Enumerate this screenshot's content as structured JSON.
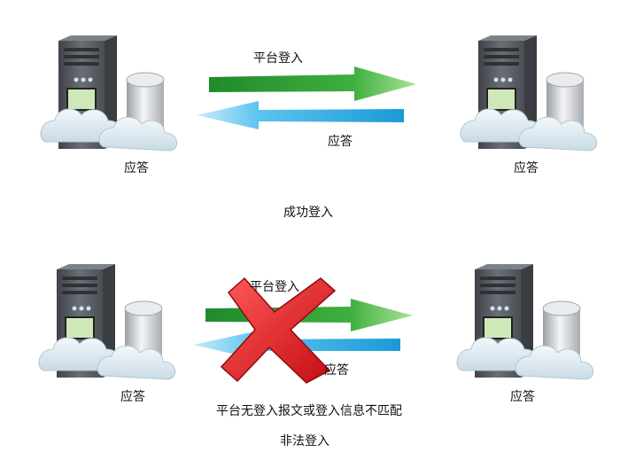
{
  "top": {
    "request_label": "平台登入",
    "response_label": "应答",
    "left_server_label": "应答",
    "right_server_label": "应答",
    "caption": "成功登入"
  },
  "bottom": {
    "request_label": "平台登入",
    "response_label": "应答",
    "left_server_label": "应答",
    "right_server_label": "应答",
    "note": "平台无登入报文或登入信息不匹配",
    "caption": "非法登入"
  },
  "colors": {
    "request_arrow": "#2e9e2e",
    "response_arrow": "#29a7e0",
    "cross": "#e8161c",
    "server_body": "#555a60",
    "server_screen": "#cfe8b8",
    "cloud": "#dbe7ef"
  },
  "icons": [
    "server-icon",
    "database-icon",
    "cloud-icon",
    "arrow-right-icon",
    "arrow-left-icon",
    "red-cross-icon"
  ]
}
